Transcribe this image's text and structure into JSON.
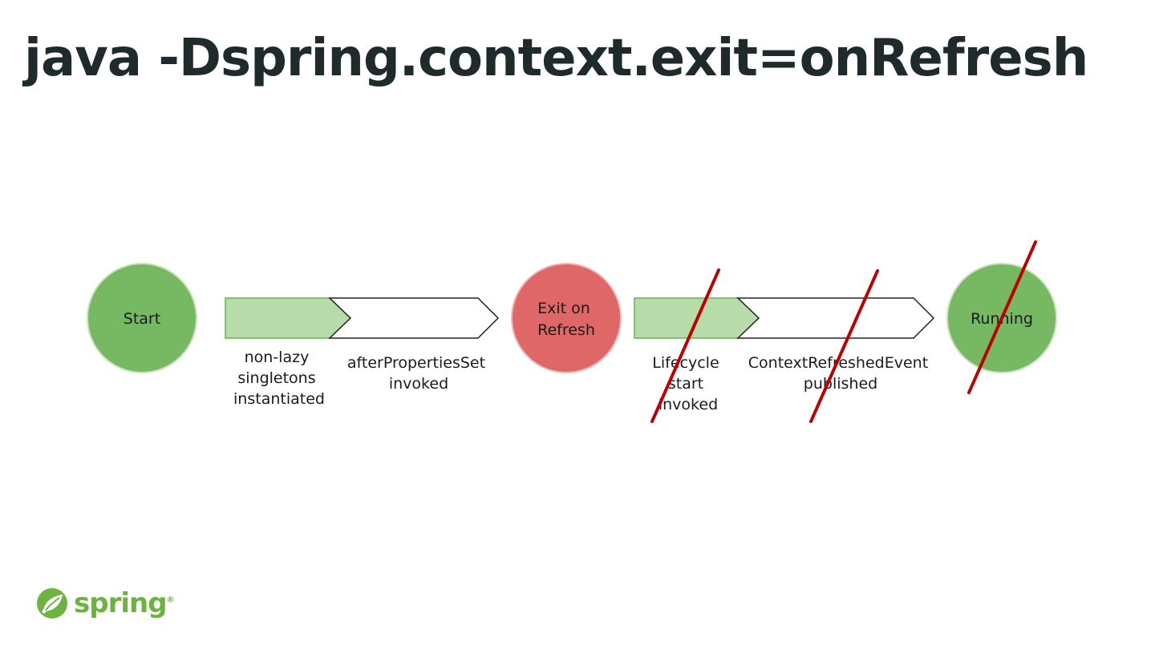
{
  "title": "java -Dspring.context.exit=onRefresh",
  "nodes": {
    "start": "Start",
    "exit_on_refresh": [
      "Exit on",
      "Refresh"
    ],
    "running": "Running"
  },
  "steps": {
    "non_lazy": [
      "non-lazy",
      "singletons",
      "instantiated"
    ],
    "after_properties_set": [
      "afterPropertiesSet",
      "invoked"
    ],
    "lifecycle_start": [
      "Lifecycle",
      "start",
      "invoked"
    ],
    "context_refreshed": [
      "ContextRefreshedEvent",
      "published"
    ]
  },
  "crossed_out": [
    "lifecycle_start",
    "context_refreshed",
    "running"
  ],
  "colors": {
    "green_node": "#77b862",
    "red_node": "#e06767",
    "light_green_arrow": "#b7dba9",
    "strike": "#c00000",
    "spring_green": "#6db33f"
  },
  "logo": {
    "text": "spring",
    "registered": "®"
  }
}
